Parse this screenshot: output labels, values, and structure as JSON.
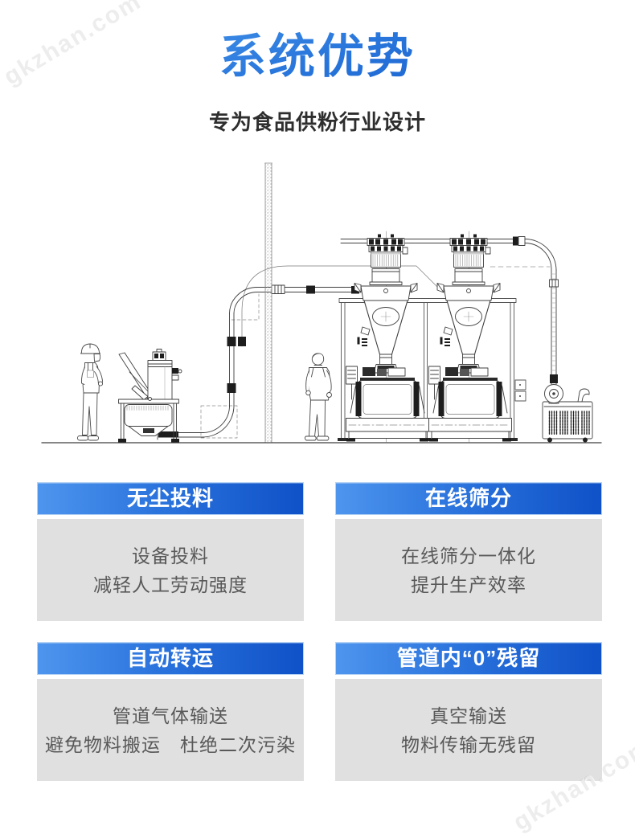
{
  "watermark": {
    "text": "gkzhan.com"
  },
  "header": {
    "title": "系统优势",
    "subtitle": "专为食品供粉行业设计"
  },
  "colors": {
    "title_gradient_start": "#4fa0f0",
    "title_gradient_end": "#1459c6",
    "card_header_gradient_start": "#4e95ee",
    "card_header_gradient_end": "#0f51c8",
    "card_body_background": "#e0e0e0",
    "card_body_text": "#595959"
  },
  "diagram": {
    "parts": [
      "observing-worker",
      "manual-feeding-station",
      "floor-pipe",
      "riser-pipe",
      "factory-wall",
      "overhead-pipe",
      "operator",
      "support-frame",
      "cyclone-receiver-1",
      "cyclone-receiver-2",
      "mixer-1",
      "mixer-2",
      "flexible-hose",
      "vacuum-pump"
    ]
  },
  "cards": [
    {
      "title": "无尘投料",
      "lines": [
        "设备投料",
        "减轻人工劳动强度"
      ]
    },
    {
      "title": "在线筛分",
      "lines": [
        "在线筛分一体化",
        "提升生产效率"
      ]
    },
    {
      "title": "自动转运",
      "lines": [
        "管道气体输送",
        "避免物料搬运　杜绝二次污染"
      ]
    },
    {
      "title": "管道内“0”残留",
      "lines": [
        "真空输送",
        "物料传输无残留"
      ]
    }
  ]
}
